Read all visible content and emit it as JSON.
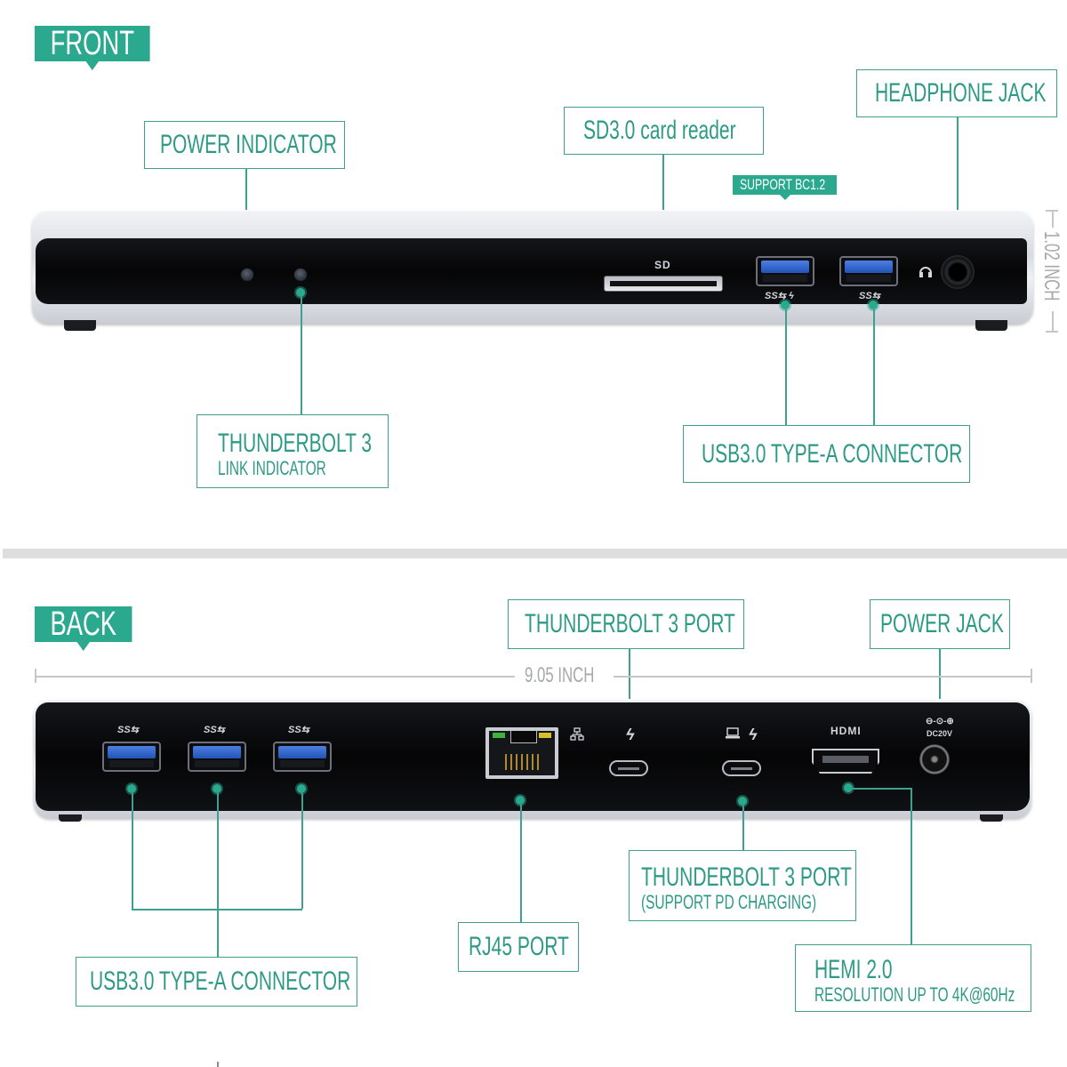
{
  "front": {
    "section_label": "FRONT",
    "height_dimension": "1.02 INCH",
    "callouts": {
      "power_indicator": {
        "title": "POWER INDICATOR"
      },
      "tb3_link_indicator": {
        "title": "THUNDERBOLT 3",
        "subtitle": "LINK INDICATOR"
      },
      "sd_reader": {
        "title": "SD3.0 card reader"
      },
      "headphone_jack": {
        "title": "HEADPHONE JACK"
      },
      "usb_a": {
        "title": "USB3.0 TYPE-A CONNECTOR"
      }
    },
    "support_tag": "SUPPORT BC1.2",
    "port_glyphs": {
      "sd": "SD",
      "usb1": "SS⇆ ϟ",
      "usb2": "SS⇆",
      "headphone": "headphone-icon"
    }
  },
  "back": {
    "section_label": "BACK",
    "width_dimension": "9.05 INCH",
    "callouts": {
      "tb3_port": {
        "title": "THUNDERBOLT 3 PORT"
      },
      "power_jack": {
        "title": "POWER JACK"
      },
      "usb_a": {
        "title": "USB3.0 TYPE-A CONNECTOR"
      },
      "rj45": {
        "title": "RJ45 PORT"
      },
      "tb3_pd": {
        "title": "THUNDERBOLT 3 PORT",
        "subtitle": "(SUPPORT PD CHARGING)"
      },
      "hdmi": {
        "title": "HEMI 2.0",
        "subtitle": "RESOLUTION UP TO 4K@60Hz"
      }
    },
    "port_glyphs": {
      "usb": "SS⇆",
      "network": "network-icon",
      "thunderbolt": "ϟ",
      "laptop_thunderbolt": "laptop-icon ϟ",
      "hdmi": "HDMI",
      "dc_symbol": "⊖-⊙-⊕",
      "dc": "DC20V"
    }
  },
  "colors": {
    "accent": "#2aa98f",
    "callout_border": "#3f9f91",
    "callout_text": "#2d9a86",
    "dimension_gray": "#a6a8ac",
    "divider": "#dedede",
    "device_black": "#0b0b0d",
    "usb_blue": "#2f63cc"
  }
}
